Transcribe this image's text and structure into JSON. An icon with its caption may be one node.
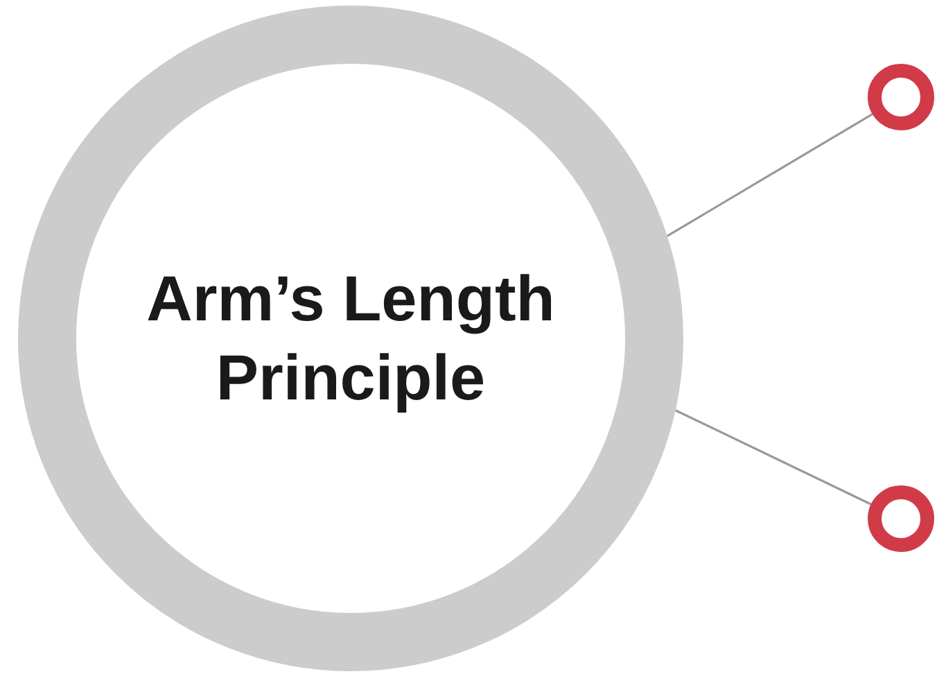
{
  "diagram": {
    "nodes": [
      {
        "text": [
          "Arm’s Length Principle"
        ]
      },
      {
        "text": [],
        "shape": "circle"
      },
      {
        "text": [],
        "shape": "circle"
      }
    ],
    "edges": [
      {
        "from": 0,
        "to": 1,
        "arrow": "none"
      },
      {
        "from": 0,
        "to": 2,
        "arrow": "none"
      }
    ]
  }
}
